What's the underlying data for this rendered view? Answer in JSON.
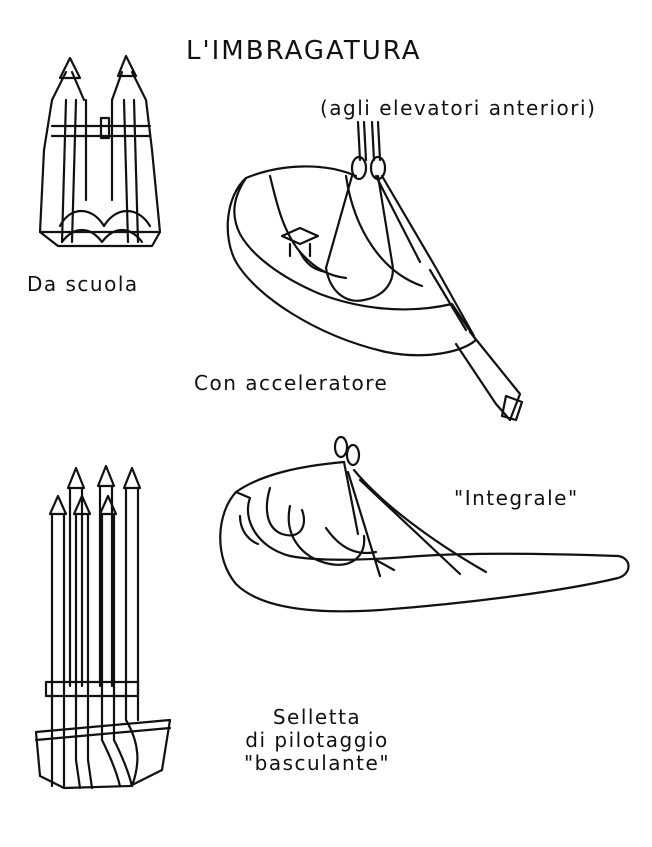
{
  "title": "L'IMBRAGATURA",
  "labels": {
    "front_risers": "(agli elevatori anteriori)",
    "school": "Da scuola",
    "accelerator": "Con acceleratore",
    "integral": "\"Integrale\"",
    "tilting_line1": "Selletta",
    "tilting_line2": "di pilotaggio",
    "tilting_line3": "\"basculante\""
  }
}
